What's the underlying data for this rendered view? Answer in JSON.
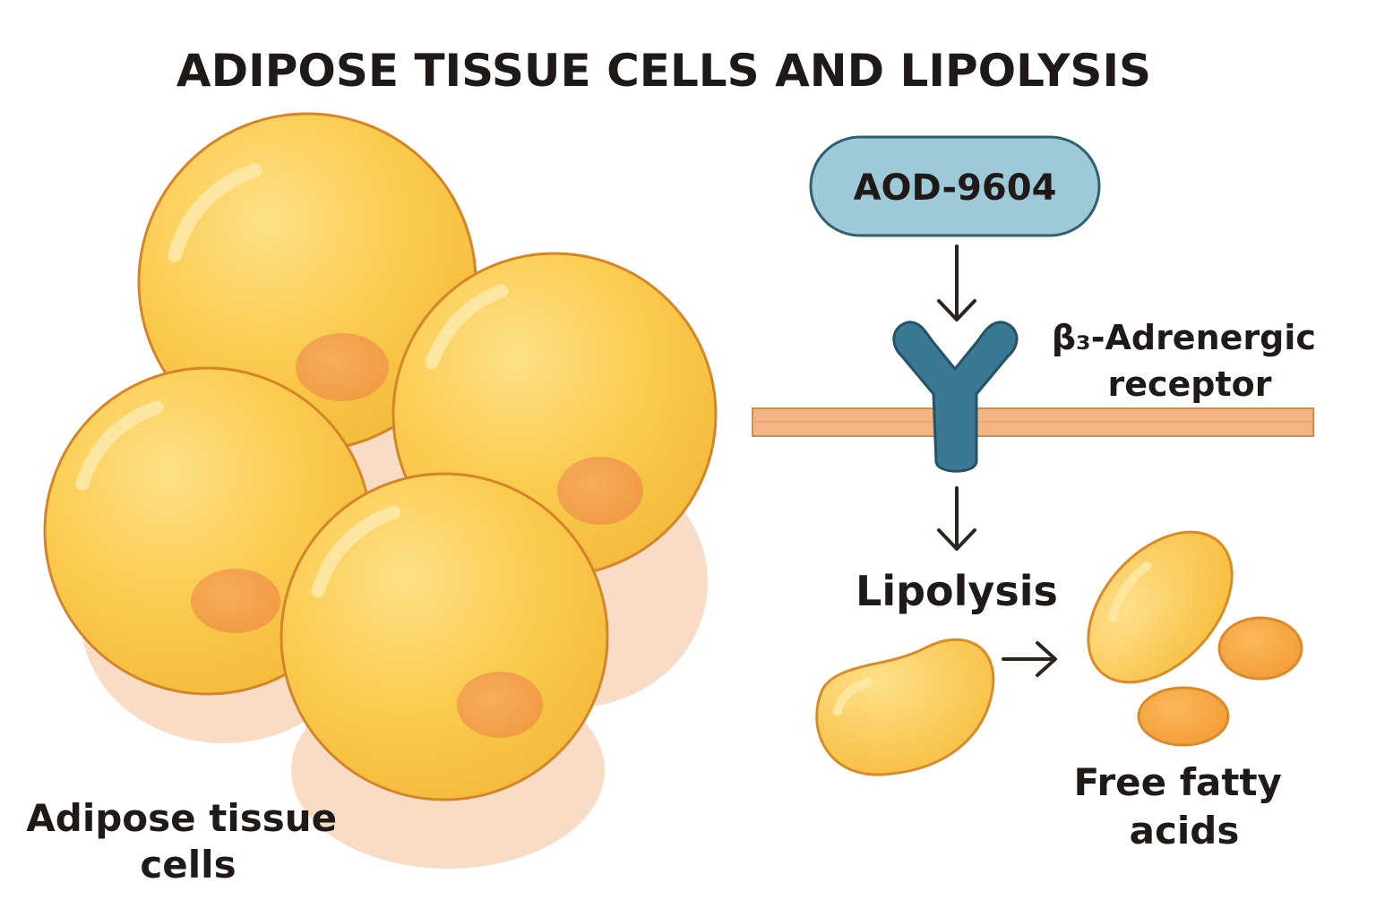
{
  "diagram": {
    "title": "ADIPOSE TISSUE CELLS AND LIPOLYSIS",
    "cluster_label_line1": "Adipose tissue",
    "cluster_label_line2": "cells",
    "drug_label": "AOD-9604",
    "receptor_label_line1": "β₃-Adrenergic",
    "receptor_label_line2": "receptor",
    "process_label": "Lipolysis",
    "product_label_line1": "Free fatty",
    "product_label_line2": "acids"
  },
  "colors": {
    "cell_fill": "#fbc94a",
    "cell_outline": "#d4852a",
    "cell_nucleus": "#f3a24a",
    "cell_shadow": "#f8d9c2",
    "drug_pill_fill": "#9ec9d8",
    "drug_pill_outline": "#2f6072",
    "receptor": "#3a7894",
    "membrane": "#f3b583",
    "membrane_outline": "#d38a4d",
    "arrow": "#2b2521",
    "text": "#1f1a17"
  }
}
